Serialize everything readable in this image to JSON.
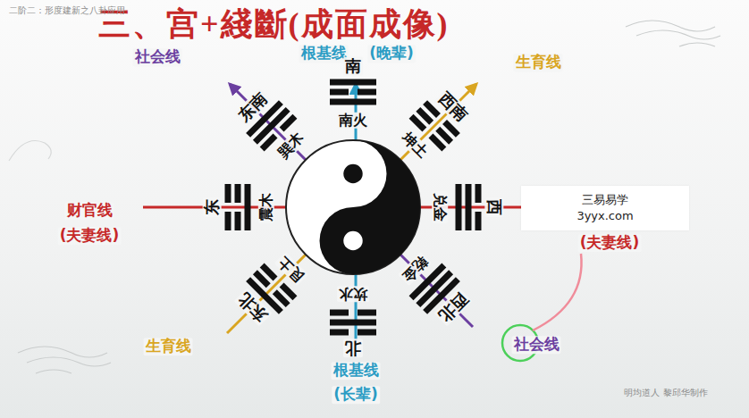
{
  "diagram": {
    "title": "三、宫+綫斷(成面成像)",
    "nodes": [
      {
        "text": [
          "三易易学",
          "3yyx.com"
        ]
      }
    ],
    "labels": [
      "二阶二：形度建新之八卦应用",
      "根基线",
      "(晚辈)",
      "社会线",
      "生育线",
      "东南",
      "南",
      "西南",
      "巽木",
      "南火",
      "坤土",
      "财官线",
      "(夫妻线)",
      "东",
      "震木",
      "兑金",
      "西",
      "(夫妻线)",
      "艮土",
      "坎水",
      "乾金",
      "东北",
      "北",
      "西北",
      "生育线",
      "社会线",
      "根基线",
      "(长辈)",
      "明均道人 黎邱华制作"
    ]
  }
}
